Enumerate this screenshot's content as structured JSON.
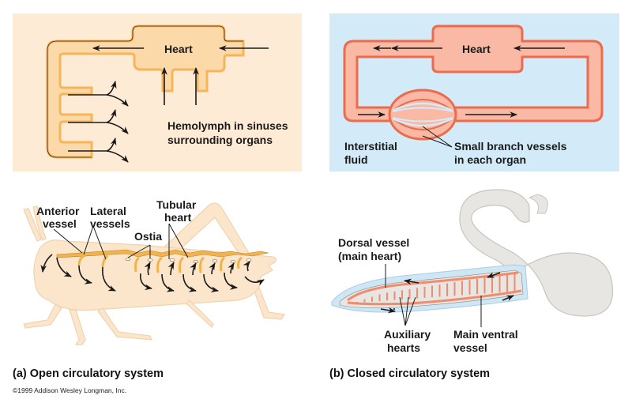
{
  "panel_a": {
    "diagram": {
      "heart_label": "Heart",
      "sinus_label_line1": "Hemolymph in sinuses",
      "sinus_label_line2": "surrounding organs",
      "background_color": "#fdebd6",
      "vessel_fill": "#fbd9a8",
      "vessel_border": "#f7b55a"
    },
    "insect": {
      "labels": {
        "anterior_line1": "Anterior",
        "anterior_line2": "vessel",
        "lateral_line1": "Lateral",
        "lateral_line2": "vessels",
        "ostia": "Ostia",
        "tubular_line1": "Tubular",
        "tubular_line2": "heart"
      },
      "body_color": "#fbe6cc",
      "vessel_color": "#f2b24c"
    },
    "caption": "(a) Open circulatory system"
  },
  "panel_b": {
    "diagram": {
      "heart_label": "Heart",
      "interstitial_line1": "Interstitial",
      "interstitial_line2": "fluid",
      "branch_line1": "Small branch vessels",
      "branch_line2": "in each organ",
      "background_color": "#d3eaf8",
      "vessel_fill": "#f9b9a4",
      "vessel_border": "#ee6a4c"
    },
    "worm": {
      "labels": {
        "dorsal_line1": "Dorsal vessel",
        "dorsal_line2": "(main heart)",
        "auxiliary_line1": "Auxiliary",
        "auxiliary_line2": "hearts",
        "ventral_line1": "Main ventral",
        "ventral_line2": "vessel"
      },
      "body_color": "#e8e6e2",
      "fluid_color": "#cfe6f5",
      "vessel_color": "#f28a6c"
    },
    "caption": "(b) Closed circulatory system"
  },
  "copyright": "©1999 Addison Wesley Longman, Inc."
}
